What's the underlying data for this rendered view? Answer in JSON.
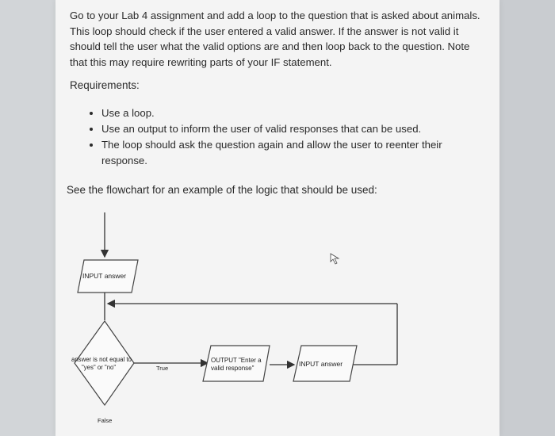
{
  "instructions": {
    "intro": "Go to your Lab 4 assignment and add a loop to the question that is asked about animals. This loop should check if the user entered a valid answer. If the answer is not valid it should tell the user what the valid options are and then loop back to the question. Note that this may require rewriting parts of your IF statement.",
    "requirements_heading": "Requirements:",
    "requirements": [
      "Use a loop.",
      "Use an output to inform the user of valid responses that can be used.",
      "The loop should ask the question again and allow the user to reenter their response."
    ],
    "flowchart_note": "See the flowchart for an example of the logic that should be used:"
  },
  "flowchart": {
    "input_box_1": "INPUT answer",
    "decision_line_1": "answer is not equal to",
    "decision_line_2": "\"yes\" or \"no\"",
    "true_label": "True",
    "output_line_1": "OUTPUT \"Enter a",
    "output_line_2": "valid response\"",
    "input_box_2": "INPUT answer",
    "false_label": "False"
  }
}
